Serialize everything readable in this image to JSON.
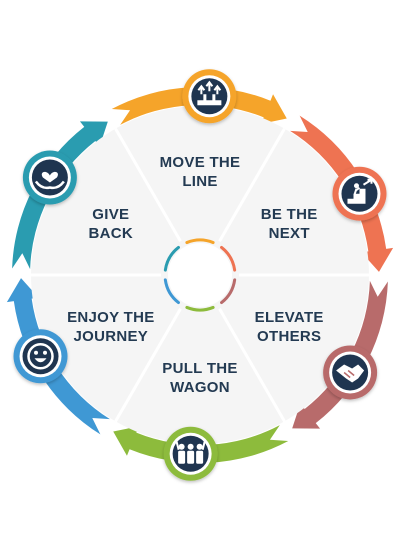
{
  "wheel": {
    "segments": [
      {
        "id": "move-the-line",
        "lines": [
          "MOVE THE",
          "LINE"
        ],
        "color": "#f5a42a",
        "icon": "building-arrows-icon"
      },
      {
        "id": "be-the-next",
        "lines": [
          "BE THE",
          "NEXT"
        ],
        "color": "#ee7352",
        "icon": "stairs-growth-icon"
      },
      {
        "id": "elevate-others",
        "lines": [
          "ELEVATE",
          "OTHERS"
        ],
        "color": "#b86b6b",
        "icon": "handshake-icon"
      },
      {
        "id": "pull-the-wagon",
        "lines": [
          "PULL THE",
          "WAGON"
        ],
        "color": "#8dbb3c",
        "icon": "team-icon"
      },
      {
        "id": "enjoy-the-journey",
        "lines": [
          "ENJOY THE",
          "JOURNEY"
        ],
        "color": "#3f98d4",
        "icon": "smiley-icon"
      },
      {
        "id": "give-back",
        "lines": [
          "GIVE",
          "BACK"
        ],
        "color": "#2a9cb0",
        "icon": "heart-hand-icon"
      }
    ]
  }
}
